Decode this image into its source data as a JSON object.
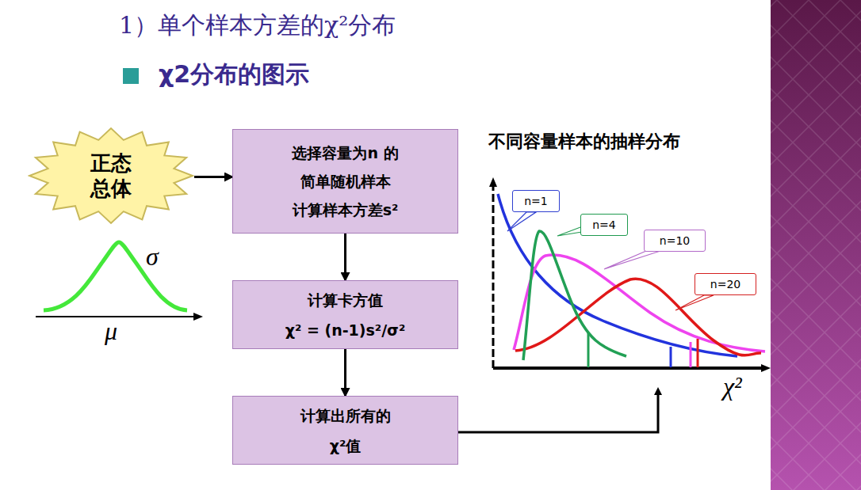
{
  "diagram": {
    "title": "1）单个样本方差的χ²分布",
    "nodes": [
      {
        "text": [
          "正态 总体"
        ]
      },
      {
        "text": [
          "选择容量为n 的 简单随机样本 计算样本方差s²"
        ]
      },
      {
        "text": [
          "计算卡方值 χ² = (n-1)s²/σ²"
        ]
      },
      {
        "text": [
          "计算出所有的 χ²值"
        ]
      },
      {
        "text": [
          "n=1"
        ]
      },
      {
        "text": [
          "n=4"
        ]
      },
      {
        "text": [
          "n=10"
        ]
      },
      {
        "text": [
          "n=20"
        ]
      }
    ],
    "edges": [
      {
        "from": 0,
        "to": 1,
        "arrow": "to"
      },
      {
        "from": 1,
        "to": 2,
        "arrow": "to"
      },
      {
        "from": 2,
        "to": 3,
        "arrow": "to"
      }
    ],
    "labels": [
      "χ2分布的图示",
      "σ",
      "μ",
      "不同容量样本的抽样分布",
      "χ²"
    ]
  }
}
